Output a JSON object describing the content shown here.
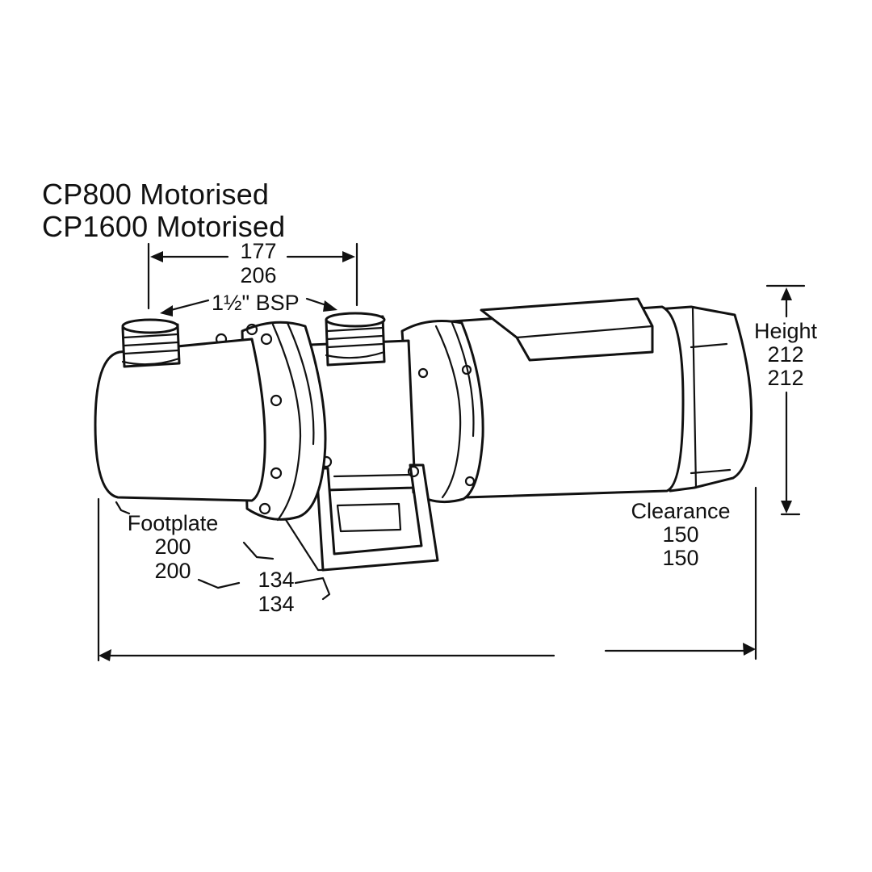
{
  "titles": {
    "line1": "CP800 Motorised",
    "line2": "CP1600 Motorised"
  },
  "port_spacing": {
    "cp800": "177",
    "cp1600": "206"
  },
  "port_thread": "1½\" BSP",
  "height": {
    "label": "Height",
    "cp800": "212",
    "cp1600": "212"
  },
  "clearance": {
    "label": "Clearance",
    "cp800": "150",
    "cp1600": "150"
  },
  "footplate": {
    "label": "Footplate",
    "cp800": "200",
    "cp1600": "200"
  },
  "foot_width": {
    "cp800": "134",
    "cp1600": "134"
  }
}
